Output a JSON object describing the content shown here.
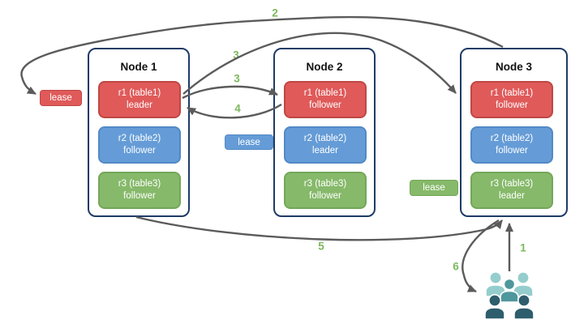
{
  "nodes": [
    {
      "title": "Node 1",
      "replicas": [
        {
          "name": "r1 (table1)",
          "role": "leader",
          "color": "red"
        },
        {
          "name": "r2 (table2)",
          "role": "follower",
          "color": "blue"
        },
        {
          "name": "r3 (table3)",
          "role": "follower",
          "color": "green"
        }
      ]
    },
    {
      "title": "Node 2",
      "replicas": [
        {
          "name": "r1 (table1)",
          "role": "follower",
          "color": "red"
        },
        {
          "name": "r2 (table2)",
          "role": "leader",
          "color": "blue"
        },
        {
          "name": "r3 (table3)",
          "role": "follower",
          "color": "green"
        }
      ]
    },
    {
      "title": "Node 3",
      "replicas": [
        {
          "name": "r1 (table1)",
          "role": "follower",
          "color": "red"
        },
        {
          "name": "r2 (table2)",
          "role": "follower",
          "color": "blue"
        },
        {
          "name": "r3 (table3)",
          "role": "leader",
          "color": "green"
        }
      ]
    }
  ],
  "leases": [
    {
      "label": "lease",
      "color": "red"
    },
    {
      "label": "lease",
      "color": "blue"
    },
    {
      "label": "lease",
      "color": "green"
    }
  ],
  "steps": [
    {
      "label": "2"
    },
    {
      "label": "3"
    },
    {
      "label": "3"
    },
    {
      "label": "4"
    },
    {
      "label": "5"
    },
    {
      "label": "1"
    },
    {
      "label": "6"
    }
  ],
  "colors": {
    "red_fill": "#E05A5A",
    "red_stroke": "#BF4744",
    "blue_fill": "#659CD7",
    "blue_stroke": "#5289C6",
    "green_fill": "#86B96A",
    "green_stroke": "#74A75A",
    "node_border": "#1F3B66",
    "arrow": "#5B5B5B",
    "step_label": "#7CB85C",
    "users_light_teal": "#95CDCD",
    "users_mid_teal": "#4E979C",
    "users_dark_teal": "#2E5D6D"
  }
}
